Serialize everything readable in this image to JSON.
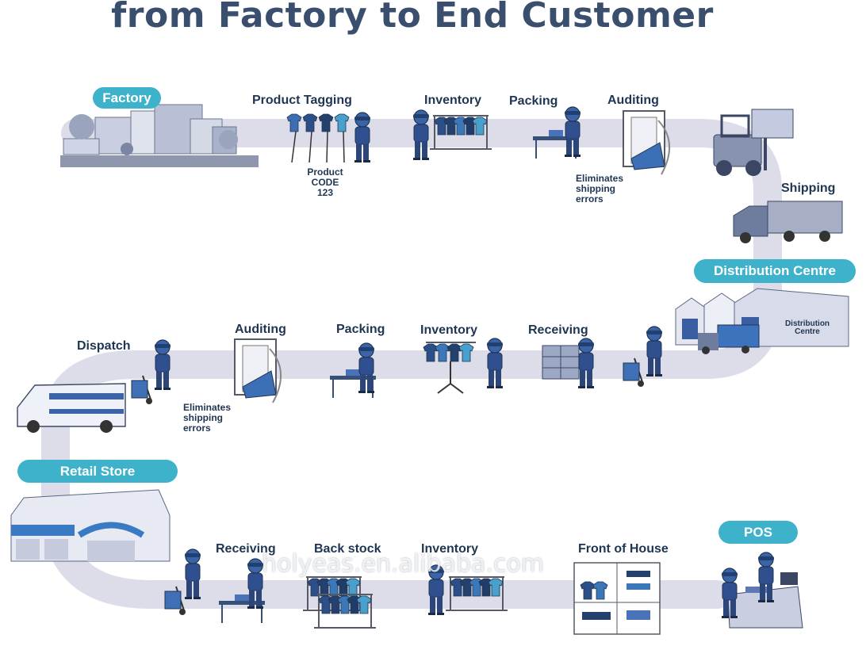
{
  "title": "from Factory to End Customer",
  "colors": {
    "path": "#dcdde9",
    "accent": "#3fb2cb",
    "text": "#1f3552",
    "worker": "#2f4f8f"
  },
  "row1": {
    "factory": "Factory",
    "product_tagging": "Product Tagging",
    "product_code": [
      "Product",
      "CODE",
      "123"
    ],
    "inventory": "Inventory",
    "packing": "Packing",
    "auditing": "Auditing",
    "eliminates": [
      "Eliminates",
      "shipping",
      "errors"
    ],
    "shipping": "Shipping"
  },
  "row2": {
    "distribution_centre": "Distribution Centre",
    "building_sign": [
      "Distribution",
      "Centre"
    ],
    "receiving": "Receiving",
    "inventory": "Inventory",
    "packing": "Packing",
    "auditing": "Auditing",
    "eliminates": [
      "Eliminates",
      "shipping",
      "errors"
    ],
    "dispatch": "Dispatch"
  },
  "row3": {
    "retail_store": "Retail Store",
    "receiving": "Receiving",
    "back_stock": "Back stock",
    "inventory": "Inventory",
    "front_of_house": "Front of House",
    "pos": "POS"
  },
  "watermark": "holyeas.en.alibaba.com"
}
